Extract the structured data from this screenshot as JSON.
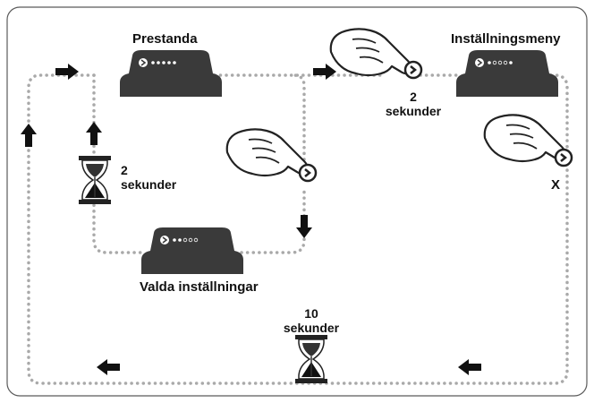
{
  "labels": {
    "prestanda": "Prestanda",
    "installningsmeny": "Inställningsmeny",
    "valda_installningar": "Valda inställningar",
    "timer_left_value": "2",
    "timer_left_unit": "sekunder",
    "timer_top_value": "2",
    "timer_top_unit": "sekunder",
    "timer_bottom_value": "10",
    "timer_bottom_unit": "sekunder",
    "exit_mark": "X"
  },
  "colors": {
    "device_body": "#3a3a3a",
    "dotted_path": "#a9a9a9",
    "arrow": "#111111",
    "frame": "#5a5a5a"
  },
  "icons": [
    "hand-pointer-icon",
    "hourglass-icon",
    "arrow-right-icon",
    "arrow-left-icon",
    "arrow-up-icon",
    "arrow-down-icon"
  ]
}
